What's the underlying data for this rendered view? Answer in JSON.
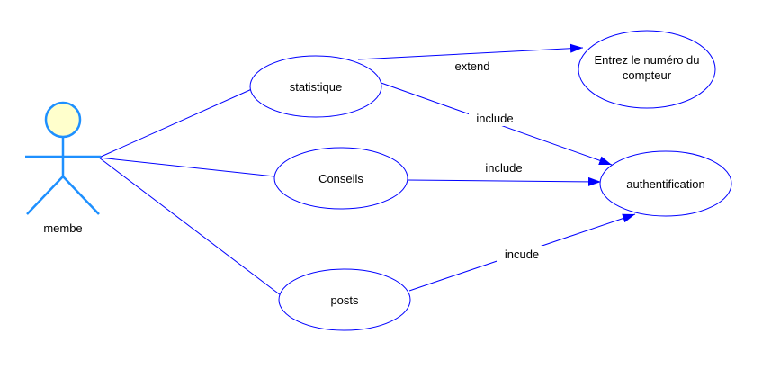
{
  "colors": {
    "line": "#0000ff",
    "actor_stroke": "#1e90ff",
    "actor_head_fill": "#ffffcc",
    "ellipse_fill": "#ffffff",
    "text": "#000000"
  },
  "actor": {
    "label": "membe"
  },
  "use_cases": {
    "statistique": "statistique",
    "conseils": "Conseils",
    "posts": "posts",
    "numero_line1": "Entrez le numéro du",
    "numero_line2": "compteur",
    "authentification": "authentification"
  },
  "relations": {
    "stat_to_numero": "extend",
    "stat_to_auth": "include",
    "conseils_to_auth": "include",
    "posts_to_auth": "incude"
  }
}
